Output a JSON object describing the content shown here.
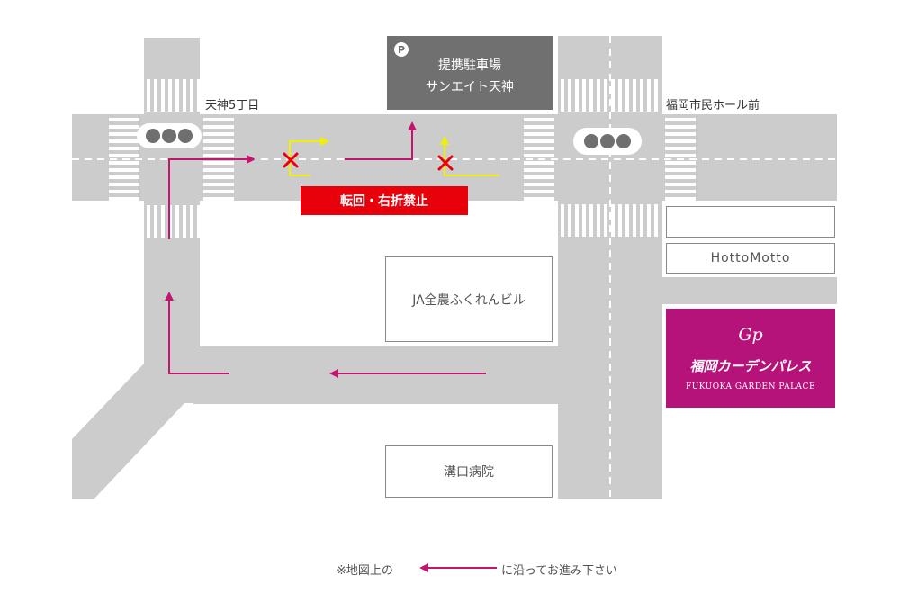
{
  "colors": {
    "road": "#cccccc",
    "crosswalk": "#ffffff",
    "lane_line": "#ffffff",
    "route_arrow": "#c0166e",
    "no_turn_arrow": "#f0f000",
    "no_turn_cross": "#e8000b",
    "warning_bg": "#e8000b",
    "parking_bg": "#707070",
    "hotel_bg": "#b5127a",
    "signal_body": "#ffffff",
    "signal_light": "#6f6f6f"
  },
  "parking": {
    "icon": "parking-icon",
    "icon_letter": "P",
    "line1": "提携駐車場",
    "line2": "サンエイト天神"
  },
  "intersections": {
    "left": "天神5丁目",
    "right": "福岡市民ホール前"
  },
  "warning": "転回・右折禁止",
  "buildings": {
    "ja": "JA全農ふくれんビル",
    "hospital": "溝口病院",
    "hotto": "HottoMotto",
    "blank": ""
  },
  "hotel": {
    "logo": "Gp",
    "name_ja": "福岡カーデンパレス",
    "name_en": "FUKUOKA GARDEN PALACE"
  },
  "footer": {
    "prefix": "※地図上の",
    "suffix": "に沿ってお進み下さい"
  }
}
